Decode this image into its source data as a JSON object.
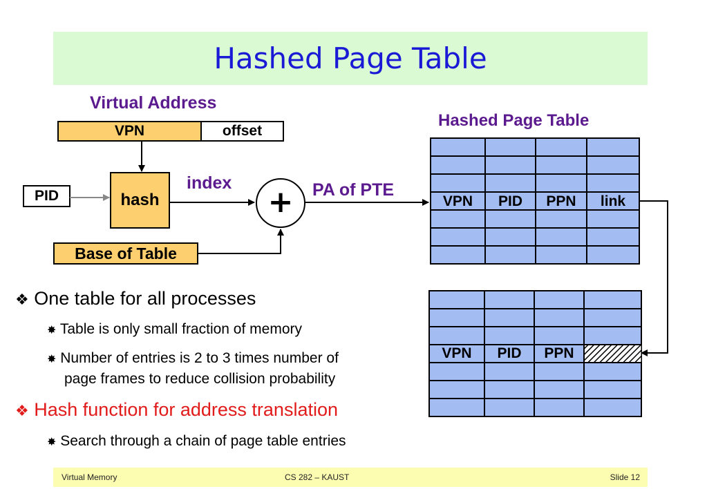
{
  "title": "Hashed Page Table",
  "diagram": {
    "virtual_address_label": "Virtual Address",
    "vpn": "VPN",
    "offset": "offset",
    "pid": "PID",
    "hash": "hash",
    "index": "index",
    "plus": "+",
    "base_of_table": "Base of Table",
    "pa_of_pte": "PA of PTE",
    "table_label": "Hashed Page Table",
    "table1_row": [
      "VPN",
      "PID",
      "PPN",
      "link"
    ],
    "table2_row": [
      "VPN",
      "PID",
      "PPN"
    ]
  },
  "bullets": [
    {
      "text": "One table for all processes",
      "subs": [
        "Table is only small fraction of memory",
        "Number of entries is 2 to 3 times number of",
        "page frames to reduce collision probability"
      ]
    },
    {
      "text": "Hash function for address translation",
      "subs": [
        "Search through a chain of page table entries"
      ]
    }
  ],
  "footer": {
    "left": "Virtual Memory",
    "center": "CS 282 – KAUST",
    "right": "Slide 12"
  },
  "colors": {
    "title_bg": "#d9fad3",
    "title_text": "#1a1ad6",
    "label_purple": "#5c1a8f",
    "orange_fill": "#fdcf6e",
    "table_fill": "#a3bdf2",
    "highlight_red": "#e11a1a",
    "footer_bg": "#fdfdb2"
  }
}
